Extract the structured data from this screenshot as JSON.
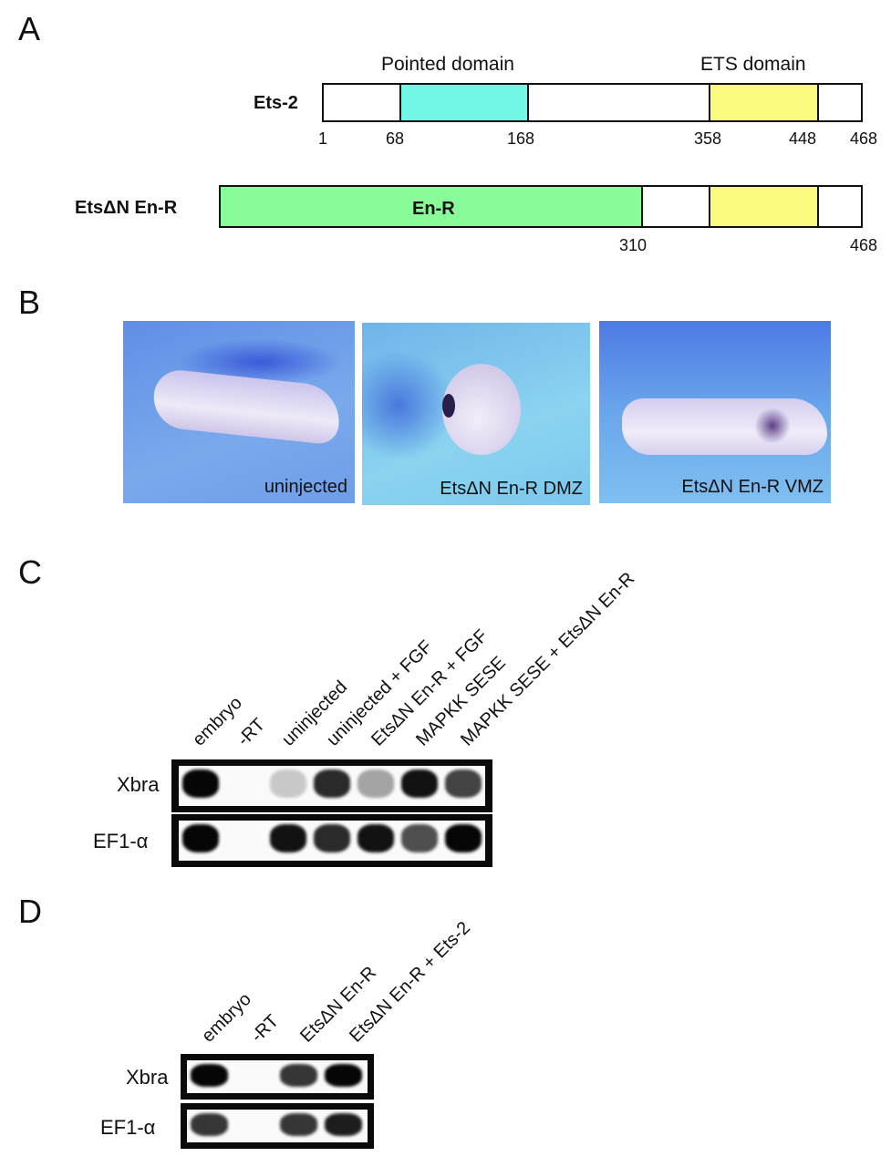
{
  "panels": {
    "a": {
      "letter": "A",
      "domain_labels": {
        "pointed": "Pointed domain",
        "ets": "ETS domain"
      },
      "ets2": {
        "name": "Ets-2",
        "length": 468,
        "segments": [
          {
            "start": 1,
            "end": 68,
            "type": "plain"
          },
          {
            "start": 68,
            "end": 168,
            "type": "pointed"
          },
          {
            "start": 168,
            "end": 358,
            "type": "plain"
          },
          {
            "start": 358,
            "end": 448,
            "type": "ets"
          },
          {
            "start": 448,
            "end": 468,
            "type": "plain"
          }
        ],
        "ticks": [
          "1",
          "68",
          "168",
          "358",
          "448",
          "468"
        ]
      },
      "etsdn": {
        "name": "EtsΔN En-R",
        "enr_label": "En-R",
        "ticks": [
          "310",
          "468"
        ]
      },
      "colors": {
        "pointed": "#72f7e6",
        "ets": "#fbfb80",
        "enr": "#88fc98"
      }
    },
    "b": {
      "letter": "B",
      "photos": [
        {
          "caption": "uninjected"
        },
        {
          "caption": "EtsΔN En-R DMZ"
        },
        {
          "caption": "EtsΔN En-R VMZ"
        }
      ]
    },
    "c": {
      "letter": "C",
      "lanes": [
        "embryo",
        "-RT",
        "uninjected",
        "uninjected + FGF",
        "EtsΔN En-R + FGF",
        "MAPKK SESE",
        "MAPKK SESE + EtsΔN En-R"
      ],
      "rows": [
        {
          "label": "Xbra",
          "intensity": [
            1.0,
            0.0,
            0.2,
            0.85,
            0.35,
            0.95,
            0.75
          ]
        },
        {
          "label": "EF1-α",
          "intensity": [
            1.0,
            0.0,
            0.95,
            0.85,
            0.95,
            0.7,
            1.0
          ]
        }
      ]
    },
    "d": {
      "letter": "D",
      "lanes": [
        "embryo",
        "-RT",
        "EtsΔN En-R",
        "EtsΔN En-R + Ets-2"
      ],
      "rows": [
        {
          "label": "Xbra",
          "intensity": [
            1.0,
            0.0,
            0.8,
            1.0
          ]
        },
        {
          "label": "EF1-α",
          "intensity": [
            0.8,
            0.0,
            0.8,
            0.9
          ]
        }
      ]
    }
  }
}
